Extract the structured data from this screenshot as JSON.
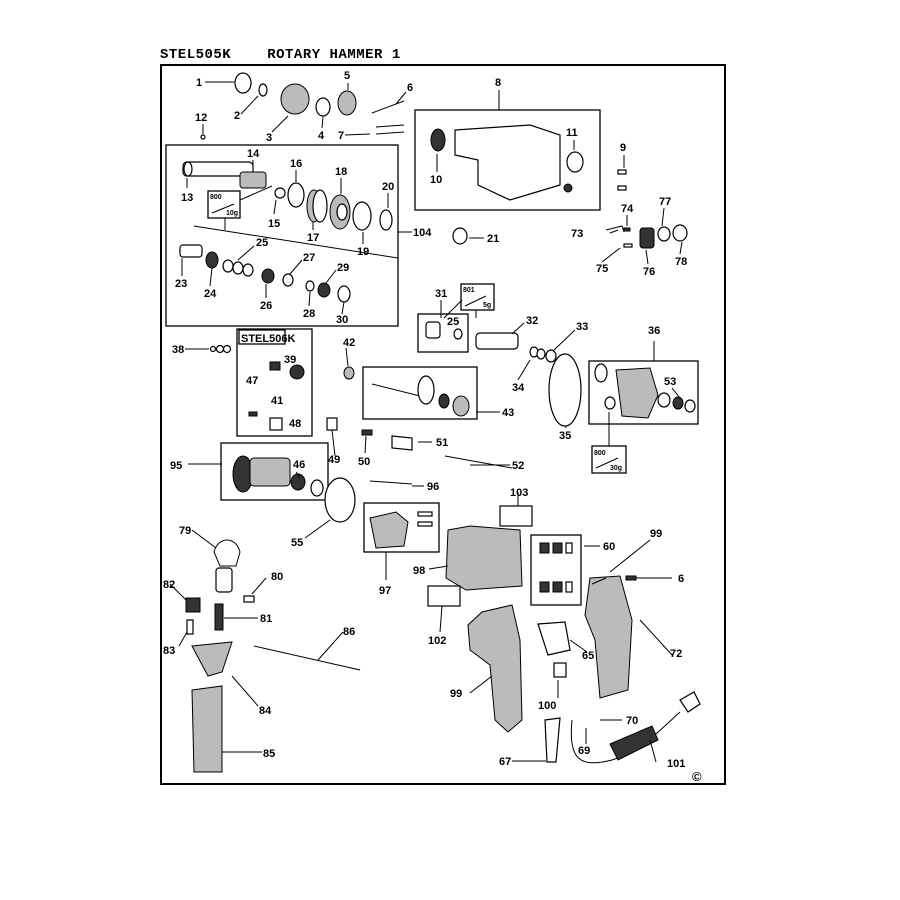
{
  "header": {
    "model": "STEL505K",
    "title": "ROTARY HAMMER 1"
  },
  "sub_model_label": "STEL506K",
  "grease_tags": [
    {
      "code": "800",
      "amount": "10g"
    },
    {
      "code": "801",
      "amount": "5g"
    },
    {
      "code": "800",
      "amount": "30g"
    }
  ],
  "copyright": "©",
  "part_numbers": [
    "1",
    "2",
    "3",
    "4",
    "5",
    "6",
    "7",
    "8",
    "9",
    "10",
    "11",
    "12",
    "13",
    "14",
    "15",
    "16",
    "17",
    "18",
    "19",
    "20",
    "21",
    "23",
    "24",
    "25",
    "26",
    "27",
    "28",
    "29",
    "30",
    "31",
    "25",
    "32",
    "33",
    "34",
    "35",
    "36",
    "38",
    "39",
    "41",
    "42",
    "43",
    "46",
    "47",
    "48",
    "49",
    "50",
    "51",
    "52",
    "53",
    "55",
    "60",
    "6",
    "65",
    "67",
    "69",
    "70",
    "72",
    "73",
    "74",
    "75",
    "76",
    "77",
    "78",
    "79",
    "80",
    "81",
    "82",
    "83",
    "84",
    "85",
    "86",
    "95",
    "96",
    "97",
    "98",
    "99",
    "99",
    "100",
    "101",
    "102",
    "103",
    "104"
  ]
}
